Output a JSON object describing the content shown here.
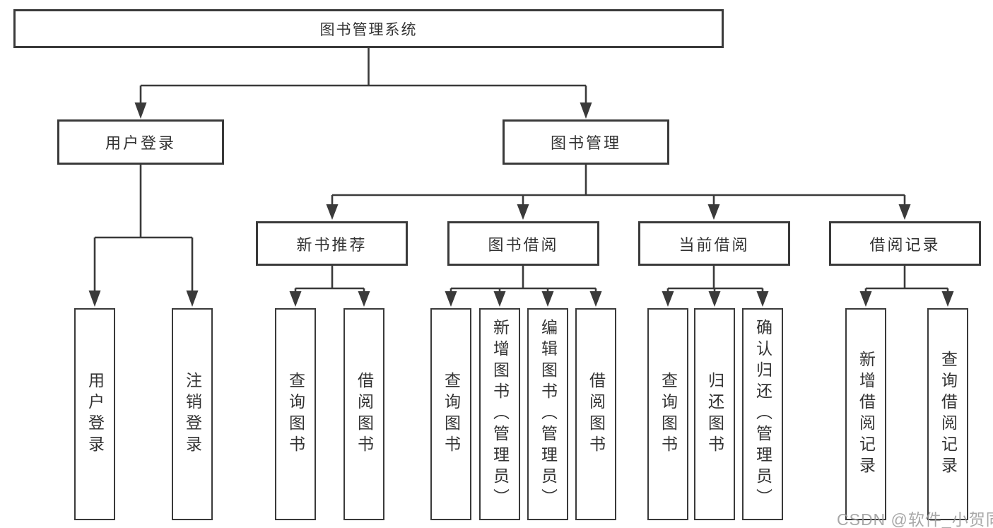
{
  "diagram": {
    "root": {
      "label": "图书管理系统"
    },
    "level2": [
      {
        "label": "用户登录"
      },
      {
        "label": "图书管理"
      }
    ],
    "level3": [
      {
        "label": "新书推荐"
      },
      {
        "label": "图书借阅"
      },
      {
        "label": "当前借阅"
      },
      {
        "label": "借阅记录"
      }
    ],
    "leaves": [
      {
        "label": "用户登录"
      },
      {
        "label": "注销登录"
      },
      {
        "label": "查询图书"
      },
      {
        "label": "借阅图书"
      },
      {
        "label": "查询图书"
      },
      {
        "label": "新增图书（管理员）"
      },
      {
        "label": "编辑图书（管理员）"
      },
      {
        "label": "借阅图书"
      },
      {
        "label": "查询图书"
      },
      {
        "label": "归还图书"
      },
      {
        "label": "确认归还（管理员）"
      },
      {
        "label": "新增借阅记录"
      },
      {
        "label": "查询借阅记录"
      }
    ]
  },
  "watermark": {
    "text": "CSDN @软件_小贺同学"
  },
  "colors": {
    "line": "#3a3a3a",
    "text": "#333333",
    "watermark": "#9a9a9a",
    "bg": "#ffffff"
  }
}
